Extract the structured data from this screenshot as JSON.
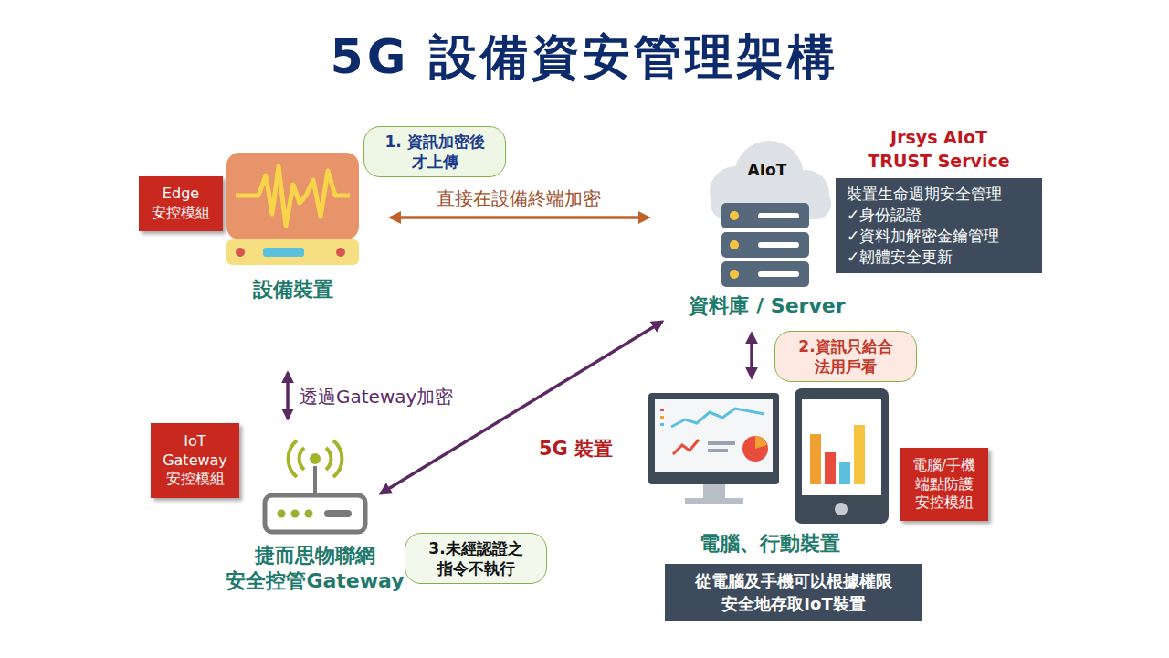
{
  "diagram": {
    "title": "5G 設備資安管理架構",
    "nodes": [
      {
        "text": [
          "1. 資訊加密後 才上傳"
        ]
      },
      {
        "text": [
          "Edge 安控模組"
        ]
      },
      {
        "text": [
          "設備裝置"
        ]
      },
      {
        "text": [
          "AIoT",
          "資料庫 / Server"
        ]
      },
      {
        "text": [
          "Jrsys AIoT TRUST Service",
          "裝置生命週期安全管理",
          "✓身份認證",
          "✓資料加解密金鑰管理",
          "✓韌體安全更新"
        ]
      },
      {
        "text": [
          "2.資訊只給合 法用戶看"
        ]
      },
      {
        "text": [
          "IoT Gateway 安控模組"
        ]
      },
      {
        "text": [
          "捷而思物聯網 安全控管Gateway"
        ]
      },
      {
        "text": [
          "電腦、行動裝置"
        ]
      },
      {
        "text": [
          "3.未經認證之 指令不執行"
        ]
      },
      {
        "text": [
          "電腦/手機 端點防護 安控模組"
        ]
      },
      {
        "text": [
          "從電腦及手機可以根據權限 安全地存取IoT裝置"
        ]
      }
    ],
    "edges": [
      {
        "from": 2,
        "to": 3,
        "label": "直接在設備終端加密",
        "arrow": "both"
      },
      {
        "from": 3,
        "to": 8,
        "arrow": "both"
      },
      {
        "from": 2,
        "to": 7,
        "label": "透過Gateway加密",
        "arrow": "both"
      },
      {
        "from": 7,
        "to": 3,
        "arrow": "both"
      }
    ],
    "labels": [
      "5G 裝置"
    ]
  }
}
